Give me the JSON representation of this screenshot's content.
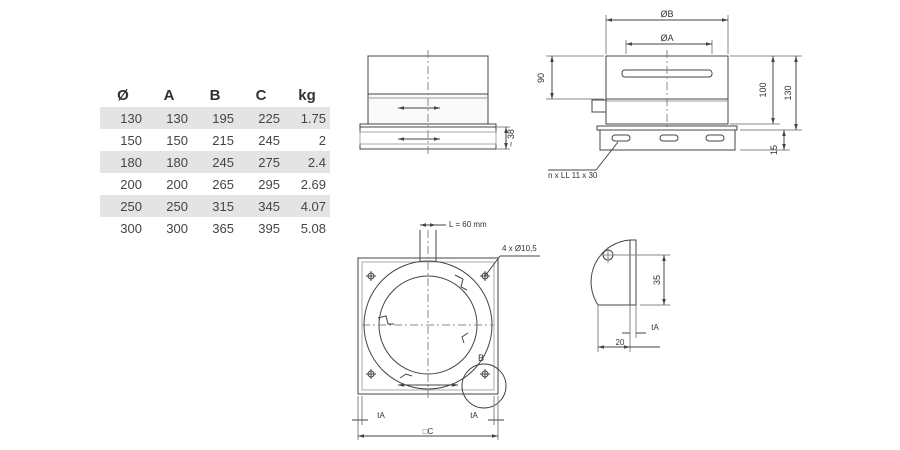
{
  "table": {
    "headers": [
      "Ø",
      "A",
      "B",
      "C",
      "kg"
    ],
    "rows": [
      [
        "130",
        "130",
        "195",
        "225",
        "1.75"
      ],
      [
        "150",
        "150",
        "215",
        "245",
        "2"
      ],
      [
        "180",
        "180",
        "245",
        "275",
        "2.4"
      ],
      [
        "200",
        "200",
        "265",
        "295",
        "2.69"
      ],
      [
        "250",
        "250",
        "315",
        "345",
        "4.07"
      ],
      [
        "300",
        "300",
        "365",
        "395",
        "5.08"
      ]
    ]
  },
  "drawing": {
    "dim_diam_b": "ØB",
    "dim_diam_a": "ØA",
    "dim_90": "90",
    "dim_100": "100",
    "dim_130": "130",
    "dim_15": "15",
    "dim_38": "~ 38",
    "slot_note": "n x LL 11 x 30",
    "l_note": "L = 60 mm",
    "holes_note": "4 x Ø10,5",
    "detail_b": "B",
    "dim_ta_left": "tA",
    "dim_ta_right": "tA",
    "dim_c": "□C",
    "dim_35": "35",
    "dim_20": "20",
    "dim_ta_detail": "tA"
  }
}
